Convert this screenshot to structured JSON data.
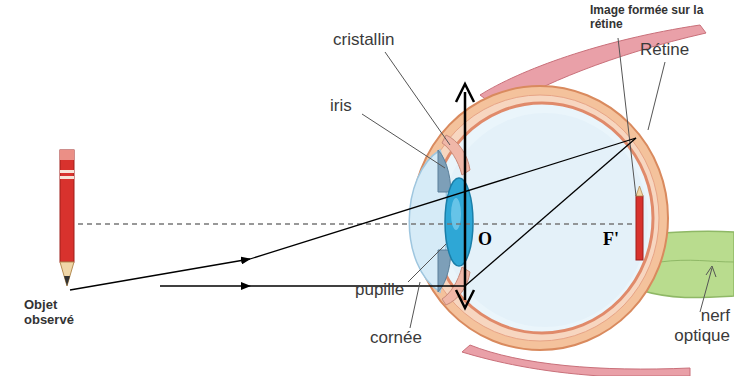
{
  "diagram": {
    "labels": [
      "Image formée sur la rétine",
      "cristallin",
      "Rétine",
      "iris",
      "O",
      "F'",
      "pupille",
      "Objet observé",
      "cornée",
      "nerf optique"
    ]
  }
}
